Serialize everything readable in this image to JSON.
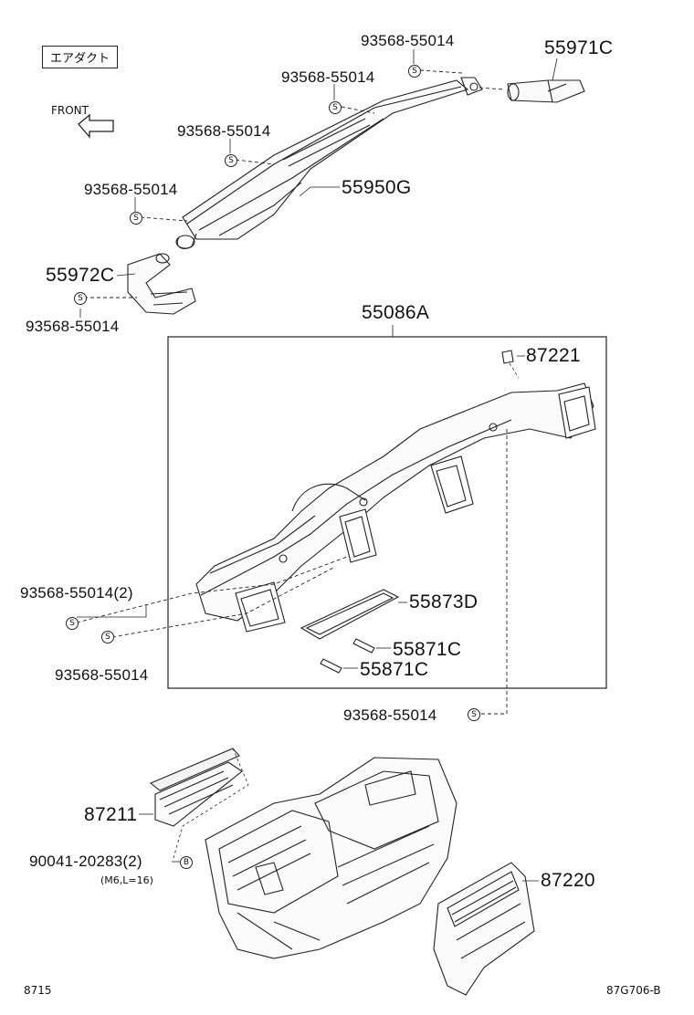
{
  "section_title": "エアダクト",
  "direction_label": "FRONT",
  "symbols": {
    "screw": "S",
    "bolt": "B"
  },
  "labels": {
    "p_93568_top": "93568-55014",
    "p_55971C": "55971C",
    "p_93568_a": "93568-55014",
    "p_93568_b": "93568-55014",
    "p_55950G": "55950G",
    "p_93568_c": "93568-55014",
    "p_55972C": "55972C",
    "p_93568_d": "93568-55014",
    "p_55086A": "55086A",
    "p_87221": "87221",
    "p_93568_x2": "93568-55014(2)",
    "p_55873D": "55873D",
    "p_55871C_a": "55871C",
    "p_55871C_b": "55871C",
    "p_93568_e": "93568-55014",
    "p_93568_f": "93568-55014",
    "p_87211": "87211",
    "p_90041": "90041-20283(2)",
    "p_90041_note": "(M6,L=16)",
    "p_87220": "87220"
  },
  "footer": {
    "left_code": "8715",
    "right_code": "87G706-B"
  }
}
